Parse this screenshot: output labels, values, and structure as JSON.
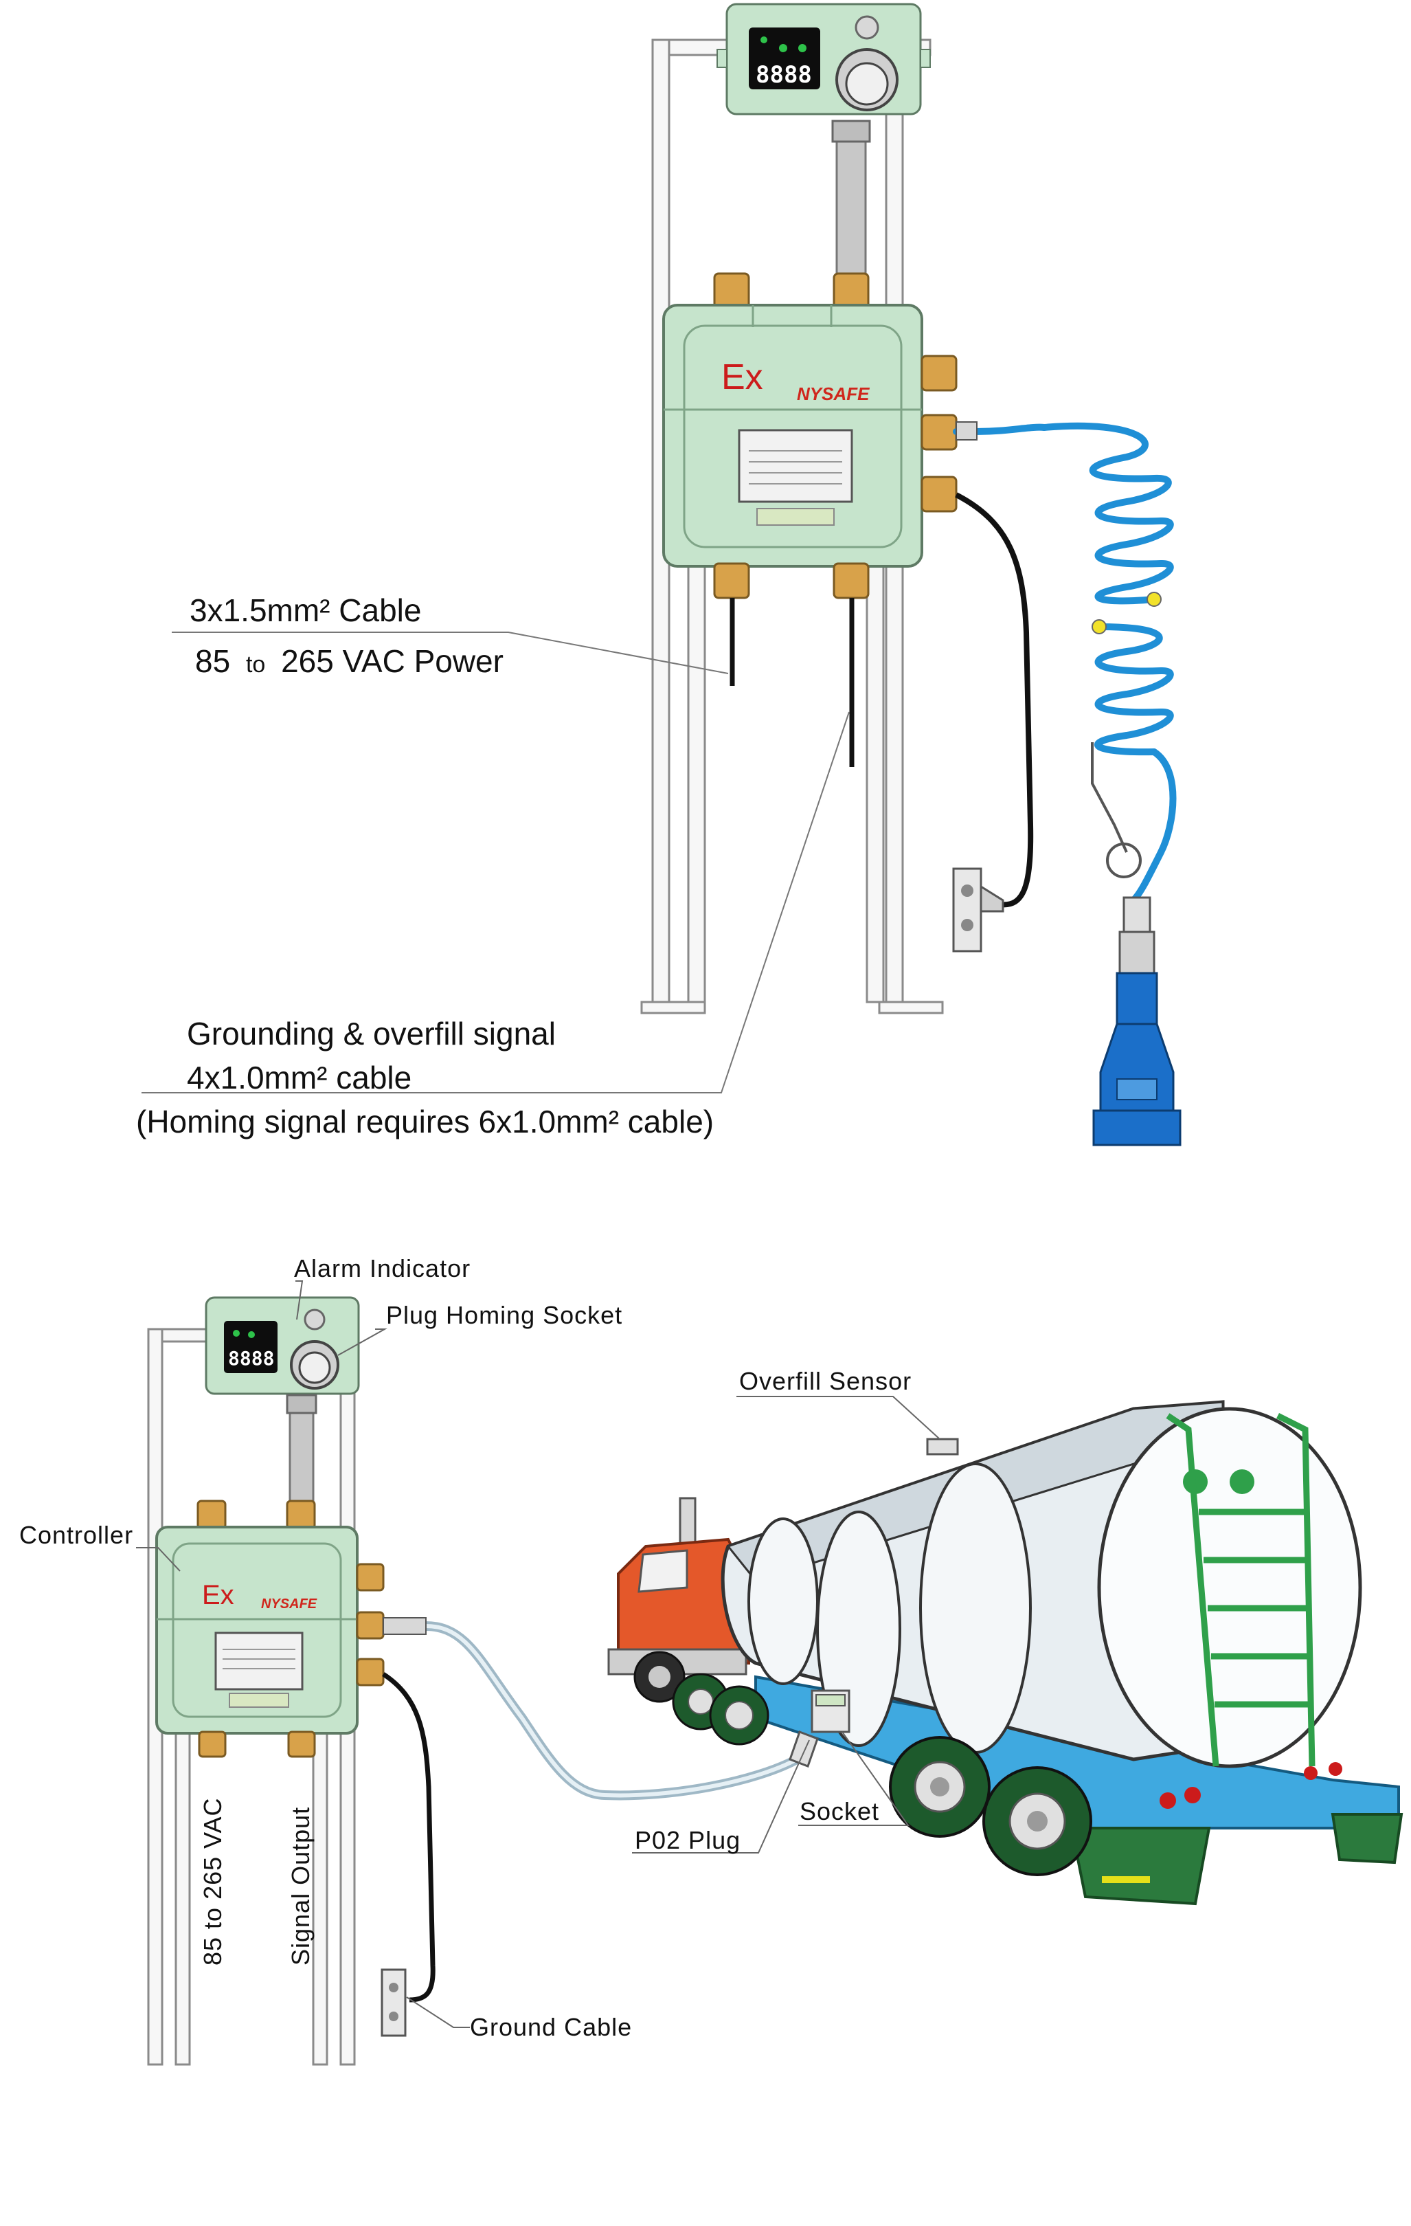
{
  "top": {
    "label_cable_1": "3x1.5mm² Cable",
    "label_power_pre": "85",
    "label_power_to": "to",
    "label_power_post": "265 VAC Power",
    "label_ground_1": "Grounding & overfill signal",
    "label_ground_2": "4x1.0mm² cable",
    "label_ground_3": "(Homing signal requires 6x1.0mm² cable)"
  },
  "bottom": {
    "alarm_indicator": "Alarm Indicator",
    "plug_homing_socket": "Plug Homing Socket",
    "overfill_sensor": "Overfill Sensor",
    "controller": "Controller",
    "power_vertical": "85 to 265 VAC",
    "signal_output": "Signal Output",
    "p02_plug": "P02 Plug",
    "socket": "Socket",
    "ground_cable": "Ground Cable"
  },
  "device": {
    "ex_mark": "Ex",
    "brand": "NYSAFE",
    "display_digits": "8888"
  },
  "colors": {
    "enclosure": "#c6e4cc",
    "coil": "#1f8fd6",
    "plug": "#1b6fc9",
    "truck_cab": "#e4582a",
    "trailer_frame": "#3fa9e0",
    "mudflap": "#2b7a3d",
    "tank_ladder": "#2fa04a"
  }
}
